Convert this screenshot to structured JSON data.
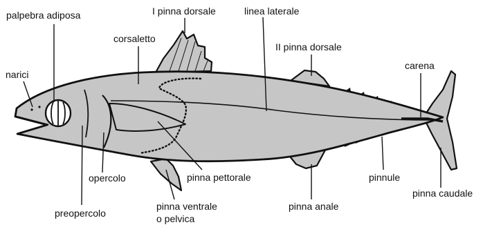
{
  "colors": {
    "body_fill": "#c6c6c6",
    "outline": "#111111",
    "background": "#ffffff"
  },
  "labels": {
    "palpebra_adiposa": "palpebra  adiposa",
    "pinna_dorsale_1": "I  pinna dorsale",
    "linea_laterale": "linea laterale",
    "corsaletto": "corsaletto",
    "pinna_dorsale_2": "II  pinna dorsale",
    "carena": "carena",
    "narici": "narici",
    "opercolo": "opercolo",
    "pinna_pettorale": "pinna  pettorale",
    "pinnule": "pinnule",
    "pinna_caudale": "pinna caudale",
    "preopercolo": "preopercolo",
    "pinna_ventrale_line1": "pinna  ventrale",
    "pinna_ventrale_line2": "o  pelvica",
    "pinna_anale": "pinna anale"
  }
}
